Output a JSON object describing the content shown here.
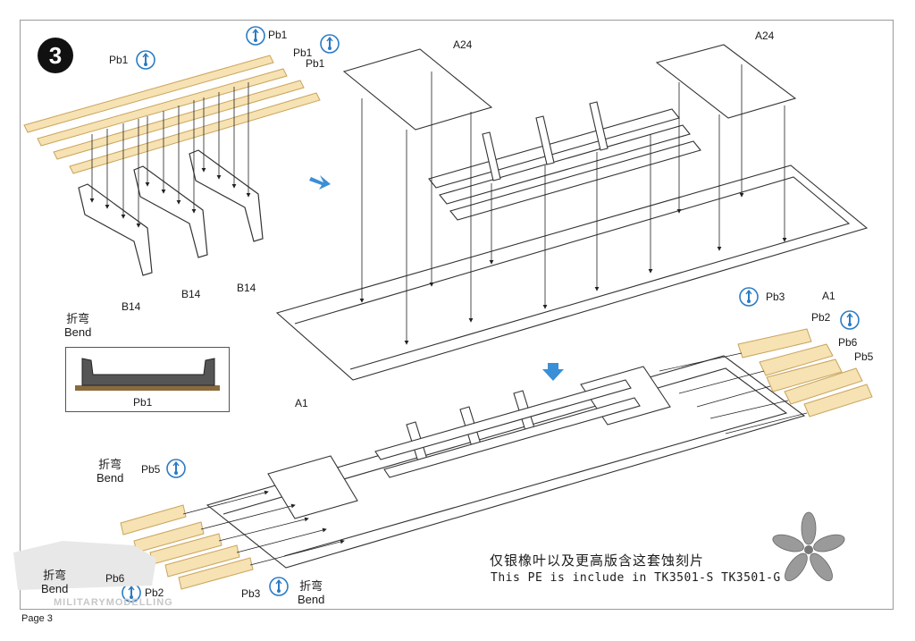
{
  "step": {
    "number": "3"
  },
  "labels": {
    "pb1_a": "Pb1",
    "pb1_b": "Pb1",
    "pb1_c": "Pb1",
    "pb1_d": "Pb1",
    "b14_a": "B14",
    "b14_b": "B14",
    "b14_c": "B14",
    "a24_a": "A24",
    "a24_b": "A24",
    "a1_a": "A1",
    "a1_b": "A1",
    "pb3_a": "Pb3",
    "pb2_a": "Pb2",
    "pb6_a": "Pb6",
    "pb5_a": "Pb5",
    "pb5_b": "Pb5",
    "pb6_b": "Pb6",
    "pb2_b": "Pb2",
    "pb3_b": "Pb3",
    "inset_pb1": "Pb1"
  },
  "bend_notes": [
    {
      "zh": "折弯",
      "en": "Bend"
    },
    {
      "zh": "折弯",
      "en": "Bend"
    },
    {
      "zh": "折弯",
      "en": "Bend"
    },
    {
      "zh": "折弯",
      "en": "Bend"
    }
  ],
  "note": {
    "zh": "仅银橡叶以及更高版含这套蚀刻片",
    "en": "This PE is include in TK3501-S TK3501-G"
  },
  "footer": {
    "page": "Page 3"
  },
  "watermark": "MILITARYMODELLING",
  "colors": {
    "pe_fill": "#f6e2b3",
    "pe_stroke": "#c9a45c",
    "part_stroke": "#333333",
    "arrow_blue": "#3a8fd6",
    "icon_blue": "#2b7bc4"
  },
  "icons": {
    "bend_icon": "bend-tool-icon",
    "process_arrow": "blue-arrow-icon",
    "oak_leaf": "oak-leaf-icon"
  }
}
